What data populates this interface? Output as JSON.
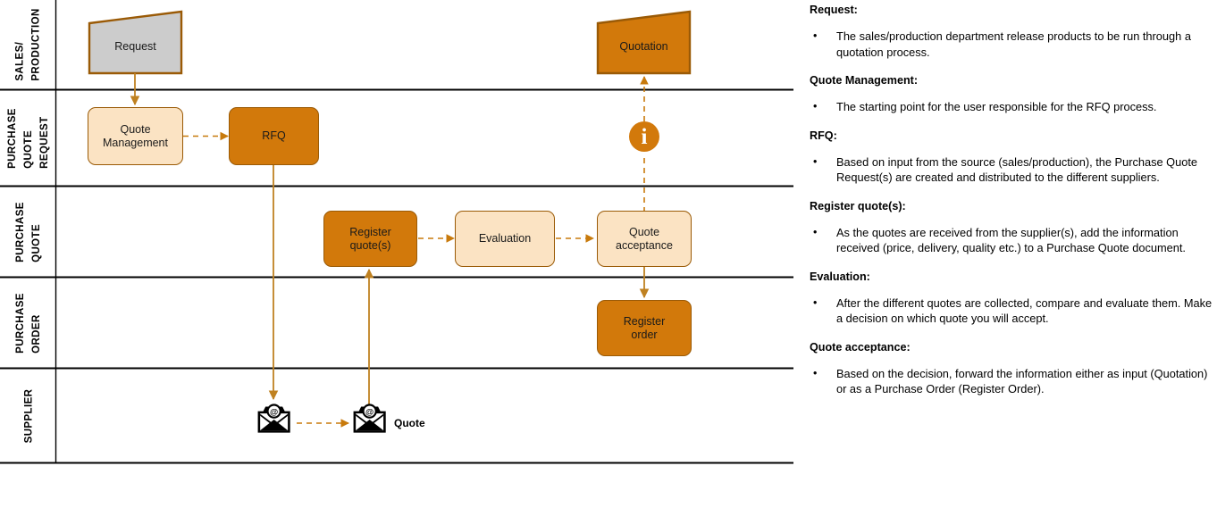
{
  "colors": {
    "dark_orange": "#D2790B",
    "light_peach": "#FBE3C3",
    "border_brown": "#9A5A06",
    "gray_fill": "#CCCCCC",
    "connector": "#BF8121",
    "lane_divider": "#000000"
  },
  "diagram": {
    "lanes": [
      {
        "id": "sales-production",
        "label": "SALES/\nPRODUCTION"
      },
      {
        "id": "purchase-quote-request",
        "label": "PURCHASE\nQUOTE\nREQUEST"
      },
      {
        "id": "purchase-quote",
        "label": "PURCHASE\nQUOTE"
      },
      {
        "id": "purchase-order",
        "label": "PURCHASE\nORDER"
      },
      {
        "id": "supplier",
        "label": "SUPPLIER"
      }
    ],
    "nodes": [
      {
        "id": "request",
        "label": "Request",
        "shape": "document",
        "style": "gray"
      },
      {
        "id": "quotation",
        "label": "Quotation",
        "shape": "document",
        "style": "dark"
      },
      {
        "id": "quote-management",
        "label": "Quote\nManagement",
        "line1": "Quote",
        "line2": "Management",
        "shape": "rounded",
        "style": "light"
      },
      {
        "id": "rfq",
        "label": "RFQ",
        "line1": "RFQ",
        "line2": "",
        "shape": "rounded",
        "style": "dark"
      },
      {
        "id": "register-quotes",
        "label": "Register\nquote(s)",
        "line1": "Register",
        "line2": "quote(s)",
        "shape": "rounded",
        "style": "dark"
      },
      {
        "id": "evaluation",
        "label": "Evaluation",
        "line1": "Evaluation",
        "line2": "",
        "shape": "rounded",
        "style": "light"
      },
      {
        "id": "quote-acceptance",
        "label": "Quote\nacceptance",
        "line1": "Quote",
        "line2": "acceptance",
        "shape": "rounded",
        "style": "light"
      },
      {
        "id": "register-order",
        "label": "Register\norder",
        "line1": "Register",
        "line2": "order",
        "shape": "rounded",
        "style": "dark"
      }
    ],
    "icons": [
      {
        "id": "info",
        "name": "info-icon",
        "glyph": "i"
      },
      {
        "id": "mail-out",
        "name": "email-icon",
        "glyph": "@"
      },
      {
        "id": "mail-in",
        "name": "email-icon",
        "glyph": "@"
      }
    ],
    "captions": [
      {
        "id": "quote-caption",
        "text": "Quote"
      }
    ]
  },
  "notes": [
    {
      "heading": "Request:",
      "bullet": "•",
      "text": "The sales/production department release products to be run through a quotation process."
    },
    {
      "heading": "Quote Management:",
      "bullet": "•",
      "text": "The starting point for the user responsible for the RFQ process."
    },
    {
      "heading": "RFQ:",
      "bullet": "•",
      "text": "Based on input from the source (sales/production), the Purchase Quote Request(s) are created and distributed to the different suppliers."
    },
    {
      "heading": "Register quote(s):",
      "bullet": "•",
      "text": "As the quotes are received from the supplier(s), add the information received (price, delivery, quality etc.) to a Purchase Quote document."
    },
    {
      "heading": "Evaluation:",
      "bullet": "•",
      "text": "After the different quotes are collected, compare and evaluate them. Make a decision on which quote you will accept."
    },
    {
      "heading": "Quote acceptance:",
      "bullet": "•",
      "text": "Based on the decision, forward the information either as input (Quotation) or as a Purchase Order (Register Order)."
    }
  ]
}
